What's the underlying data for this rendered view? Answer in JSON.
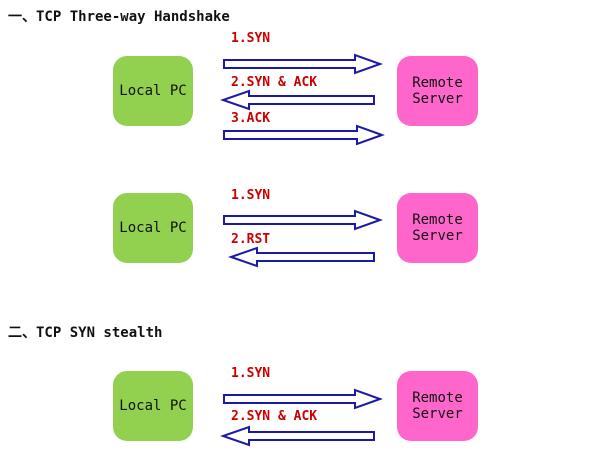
{
  "headings": {
    "section1": "一、TCP Three-way Handshake",
    "section2": "二、TCP SYN stealth"
  },
  "nodes": {
    "local": "Local PC",
    "remote": "Remote\nServer"
  },
  "diagram1": {
    "m1": "1.SYN",
    "m2": "2.SYN & ACK",
    "m3": "3.ACK"
  },
  "diagram2": {
    "m1": "1.SYN",
    "m2": "2.RST"
  },
  "diagram3": {
    "m1": "1.SYN",
    "m2": "2.SYN & ACK"
  },
  "colors": {
    "local_box": "#92d050",
    "remote_box": "#ff66cc",
    "arrow_outline": "#1a1aa6",
    "message_label": "#cc0000"
  }
}
